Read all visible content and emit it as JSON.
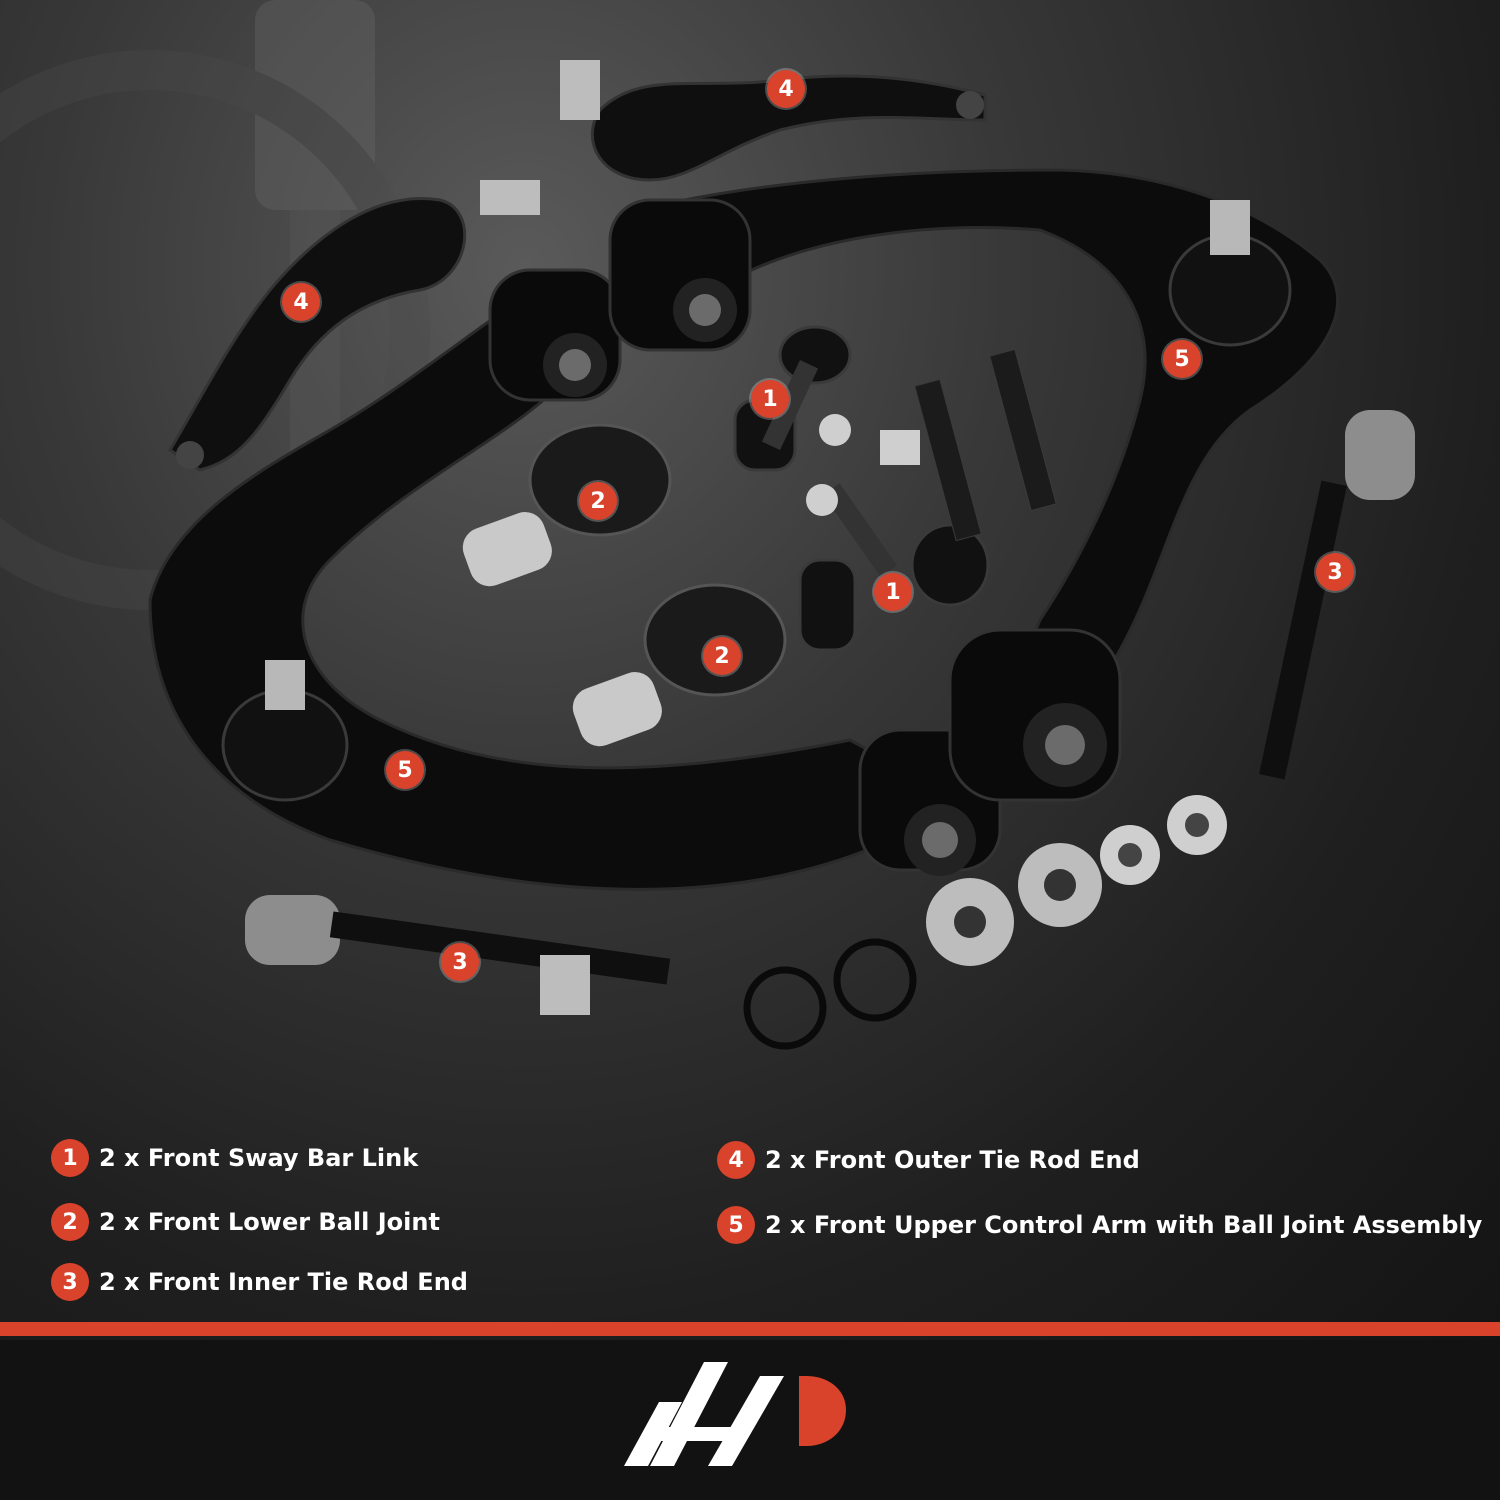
{
  "brand_color": "#d9432b",
  "callouts": [
    "4",
    "4",
    "5",
    "1",
    "2",
    "3",
    "1",
    "2",
    "5",
    "3"
  ],
  "legend": [
    {
      "num": "1",
      "text": "2 x Front Sway Bar Link"
    },
    {
      "num": "2",
      "text": "2 x Front Lower Ball Joint"
    },
    {
      "num": "3",
      "text": "2 x Front Inner Tie Rod End"
    },
    {
      "num": "4",
      "text": "2 x Front Outer Tie Rod End"
    },
    {
      "num": "5",
      "text": "2 x Front Upper Control Arm with Ball Joint Assembly"
    }
  ],
  "logo_icon": "brand-logo-icon"
}
